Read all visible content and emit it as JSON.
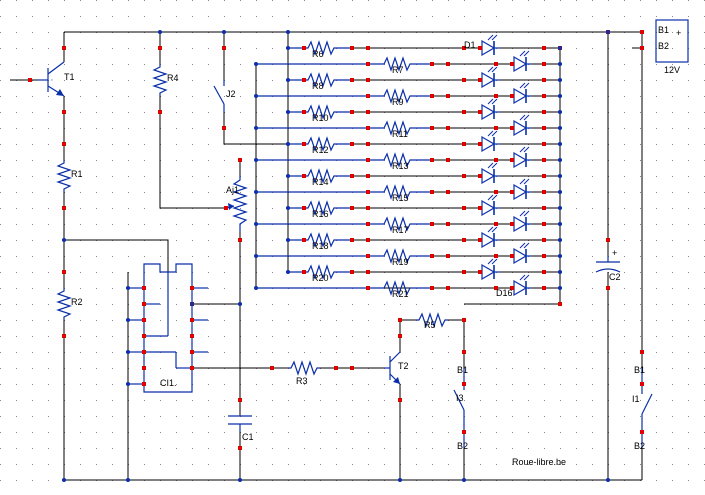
{
  "background_color": "#ffffff",
  "grid_color": "#8a8a8a",
  "wire_color": "#000000",
  "component_color": "#0a2fa8",
  "pin_color": "#e00000",
  "labels": {
    "t1": "T1",
    "t2": "T2",
    "r1": "R1",
    "r2": "R2",
    "r3": "R3",
    "r4": "R4",
    "r5": "R5",
    "r6": "R6",
    "r7": "R7",
    "r8": "R8",
    "r9": "R9",
    "r10": "R10",
    "r11": "R11",
    "r12": "R12",
    "r13": "R13",
    "r14": "R14",
    "r15": "R15",
    "r16": "R16",
    "r17": "R17",
    "r18": "R18",
    "r19": "R19",
    "r20": "R20",
    "r21": "R21",
    "j2": "J2",
    "aj1": "Aj1",
    "ci1": "CI1.",
    "c1": "C1",
    "c2": "C2",
    "d1": "D1",
    "d16": "D16",
    "battery_pin1": "B1",
    "battery_pin2": "B2",
    "battery_voltage": "12V",
    "battery_plus": "+",
    "c2_plus": "+",
    "i3": "I3",
    "i3_b1": "B1",
    "i3_b2": "B2",
    "i1": "I1",
    "i1_b1": "B1",
    "i1_b2": "B2",
    "credit": "Roue-libre.be"
  }
}
